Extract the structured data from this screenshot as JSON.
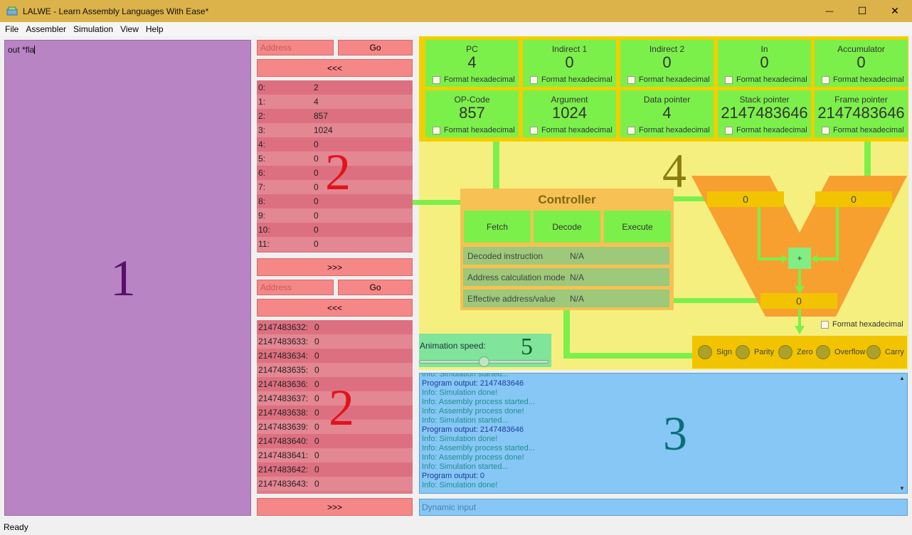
{
  "window": {
    "title": "LALWE - Learn Assembly Languages With Ease*",
    "minimize_glyph": "—",
    "maximize_glyph": "☐",
    "close_glyph": "✕"
  },
  "menu": [
    "File",
    "Assembler",
    "Simulation",
    "View",
    "Help"
  ],
  "editor": {
    "code": "out *fla",
    "panel_number": "1"
  },
  "memory_top": {
    "address_placeholder": "Address",
    "go_label": "Go",
    "prev_label": "<<<",
    "next_label": ">>>",
    "panel_number": "2",
    "rows": [
      {
        "addr": "0:",
        "val": "2"
      },
      {
        "addr": "1:",
        "val": "4"
      },
      {
        "addr": "2:",
        "val": "857"
      },
      {
        "addr": "3:",
        "val": "1024"
      },
      {
        "addr": "4:",
        "val": "0"
      },
      {
        "addr": "5:",
        "val": "0"
      },
      {
        "addr": "6:",
        "val": "0"
      },
      {
        "addr": "7:",
        "val": "0"
      },
      {
        "addr": "8:",
        "val": "0"
      },
      {
        "addr": "9:",
        "val": "0"
      },
      {
        "addr": "10:",
        "val": "0"
      },
      {
        "addr": "11:",
        "val": "0"
      }
    ]
  },
  "memory_stack": {
    "address_placeholder": "Address",
    "go_label": "Go",
    "prev_label": "<<<",
    "next_label": ">>>",
    "panel_number": "2",
    "rows": [
      {
        "addr": "2147483632:",
        "val": "0"
      },
      {
        "addr": "2147483633:",
        "val": "0"
      },
      {
        "addr": "2147483634:",
        "val": "0"
      },
      {
        "addr": "2147483635:",
        "val": "0"
      },
      {
        "addr": "2147483636:",
        "val": "0"
      },
      {
        "addr": "2147483637:",
        "val": "0"
      },
      {
        "addr": "2147483638:",
        "val": "0"
      },
      {
        "addr": "2147483639:",
        "val": "0"
      },
      {
        "addr": "2147483640:",
        "val": "0"
      },
      {
        "addr": "2147483641:",
        "val": "0"
      },
      {
        "addr": "2147483642:",
        "val": "0"
      },
      {
        "addr": "2147483643:",
        "val": "0"
      }
    ]
  },
  "registers": {
    "hex_label": "Format hexadecimal",
    "items": [
      {
        "name": "PC",
        "value": "4"
      },
      {
        "name": "Indirect 1",
        "value": "0"
      },
      {
        "name": "Indirect 2",
        "value": "0"
      },
      {
        "name": "In",
        "value": "0"
      },
      {
        "name": "Accumulator",
        "value": "0"
      },
      {
        "name": "OP-Code",
        "value": "857"
      },
      {
        "name": "Argument",
        "value": "1024"
      },
      {
        "name": "Data pointer",
        "value": "4"
      },
      {
        "name": "Stack pointer",
        "value": "2147483646"
      },
      {
        "name": "Frame pointer",
        "value": "2147483646"
      }
    ]
  },
  "cpu": {
    "panel_number": "4"
  },
  "controller": {
    "title": "Controller",
    "steps": [
      "Fetch",
      "Decode",
      "Execute"
    ],
    "info": [
      {
        "label": "Decoded instruction",
        "value": "N/A"
      },
      {
        "label": "Address calculation mode",
        "value": "N/A"
      },
      {
        "label": "Effective address/value",
        "value": "N/A"
      }
    ]
  },
  "alu": {
    "input_a": "0",
    "input_b": "0",
    "operator": "+",
    "output": "0",
    "hex_label": "Format hexadecimal"
  },
  "flags": [
    "Sign",
    "Parity",
    "Zero",
    "Overflow",
    "Carry"
  ],
  "animation": {
    "label": "Animation speed:",
    "speed": 0.5,
    "panel_number": "5"
  },
  "console": {
    "panel_number": "3",
    "lines": [
      {
        "text": "Info: Simulation started...",
        "kind": "info"
      },
      {
        "text": "Program output: 2147483646",
        "kind": "out"
      },
      {
        "text": "Info: Simulation done!",
        "kind": "info"
      },
      {
        "text": "Info: Assembly process started...",
        "kind": "info"
      },
      {
        "text": "Info: Assembly process done!",
        "kind": "info"
      },
      {
        "text": "Info: Simulation started...",
        "kind": "info"
      },
      {
        "text": "Program output: 2147483646",
        "kind": "out"
      },
      {
        "text": "Info: Simulation done!",
        "kind": "info"
      },
      {
        "text": "Info: Assembly process started...",
        "kind": "info"
      },
      {
        "text": "Info: Assembly process done!",
        "kind": "info"
      },
      {
        "text": "Info: Simulation started...",
        "kind": "info"
      },
      {
        "text": "Program output: 0",
        "kind": "out"
      },
      {
        "text": "Info: Simulation done!",
        "kind": "info"
      }
    ]
  },
  "dynamic_input": {
    "placeholder": "Dynamic input"
  },
  "status": "Ready",
  "colors": {
    "titlebar": "#dcb24a",
    "editor": "#b884c4",
    "memory": "#e07a86",
    "register": "#7cf04a",
    "cpu_bg": "#f5ef80",
    "alu": "#f7a030",
    "console": "#86c7f5"
  }
}
